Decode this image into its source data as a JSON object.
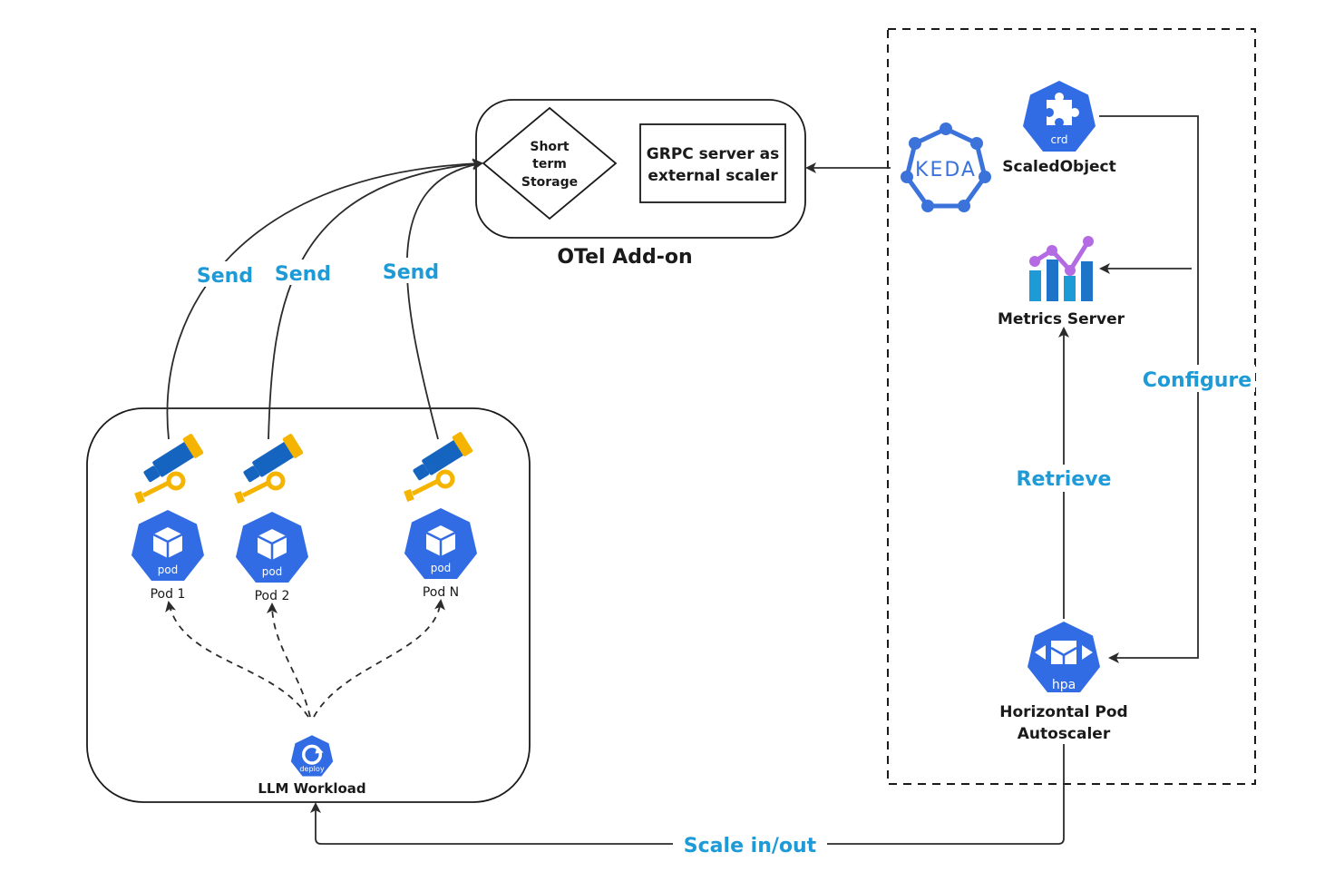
{
  "otel": {
    "title": "OTel Add-on",
    "storage_lines": [
      "Short",
      "term",
      "Storage"
    ],
    "grpc_lines": [
      "GRPC server as",
      "external scaler"
    ]
  },
  "edges": {
    "send_1": "Send",
    "send_2": "Send",
    "send_3": "Send",
    "configure": "Configure",
    "retrieve": "Retrieve",
    "scale": "Scale in/out"
  },
  "pods": [
    {
      "badge": "pod",
      "label": "Pod 1"
    },
    {
      "badge": "pod",
      "label": "Pod 2"
    },
    {
      "badge": "pod",
      "label": "Pod N"
    }
  ],
  "workload": {
    "badge": "deploy",
    "label": "LLM Workload"
  },
  "keda": {
    "logo_text": "KEDA",
    "crd_badge": "crd",
    "scaled_object": "ScaledObject",
    "metrics_server": "Metrics Server",
    "hpa_badge": "hpa",
    "hpa_lines": [
      "Horizontal Pod",
      "Autoscaler"
    ]
  },
  "colors": {
    "k8s_blue": "#326ce5",
    "keda_blue": "#3b73db",
    "label_blue": "#1e9ad6",
    "telescope_blue": "#1565c0",
    "telescope_gold": "#f5b400",
    "chart_purple": "#b36ae2",
    "chart_blue": "#1e74c9"
  },
  "icons": {
    "telescope": "opentelemetry-telescope-icon",
    "pod": "kubernetes-pod-icon",
    "deploy": "kubernetes-deployment-icon",
    "crd": "kubernetes-crd-icon",
    "hpa": "kubernetes-hpa-icon",
    "keda": "keda-logo-icon",
    "metrics": "metrics-chart-icon"
  }
}
